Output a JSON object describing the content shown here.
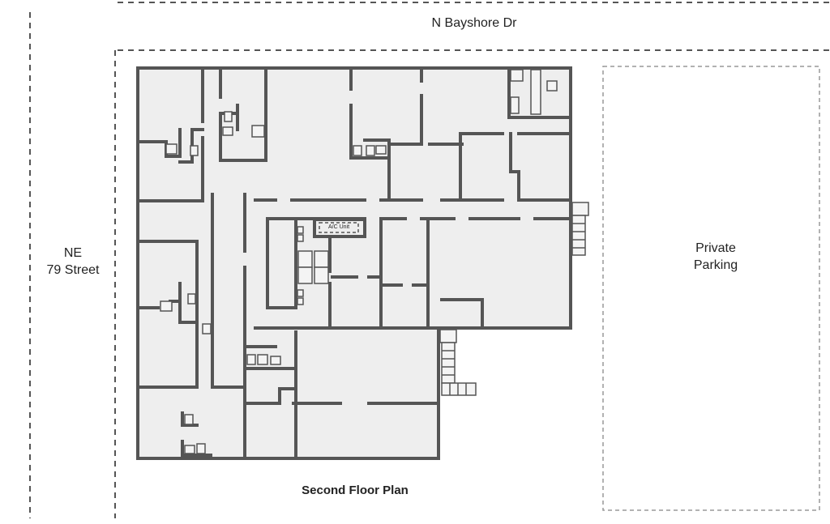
{
  "street_top": "N Bayshore Dr",
  "street_left": {
    "line1": "NE",
    "line2": "79 Street"
  },
  "parking": {
    "line1": "Private",
    "line2": "Parking"
  },
  "ac_unit": "A/C Unit",
  "plan_title": "Second Floor Plan",
  "colors": {
    "wall": "#555555",
    "floor": "#eeeeee",
    "boundary": "#555555",
    "parking_border": "#999999"
  }
}
